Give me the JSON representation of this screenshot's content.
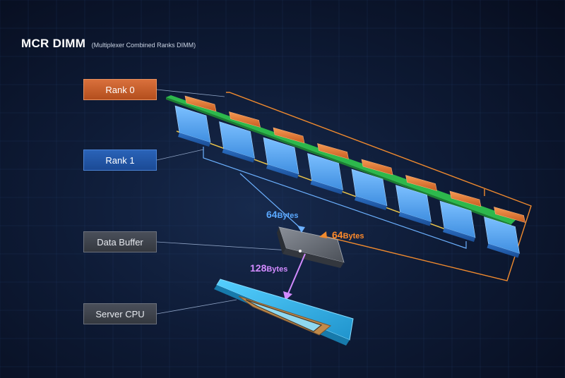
{
  "title": {
    "main": "MCR DIMM",
    "sub": "(Multiplexer Combined Ranks DIMM)"
  },
  "labels": {
    "rank0": "Rank 0",
    "rank1": "Rank 1",
    "data_buffer": "Data Buffer",
    "server_cpu": "Server CPU"
  },
  "transfers": {
    "rank1_to_buffer": {
      "value": "64",
      "unit": "Bytes"
    },
    "rank0_to_buffer": {
      "value": "64",
      "unit": "Bytes"
    },
    "buffer_to_cpu": {
      "value": "128",
      "unit": "Bytes"
    }
  },
  "colors": {
    "background": "#0e1b36",
    "rank0": "#d9703c",
    "rank1": "#2a63b8",
    "pcb": "#2db84c",
    "chip_blue": "#4d9ee8",
    "chip_orange": "#e07a35",
    "bytes_blue": "#5aa8ff",
    "bytes_orange": "#ff8a2a",
    "bytes_purple": "#d28bff",
    "cpu": "#2fb4e6"
  }
}
